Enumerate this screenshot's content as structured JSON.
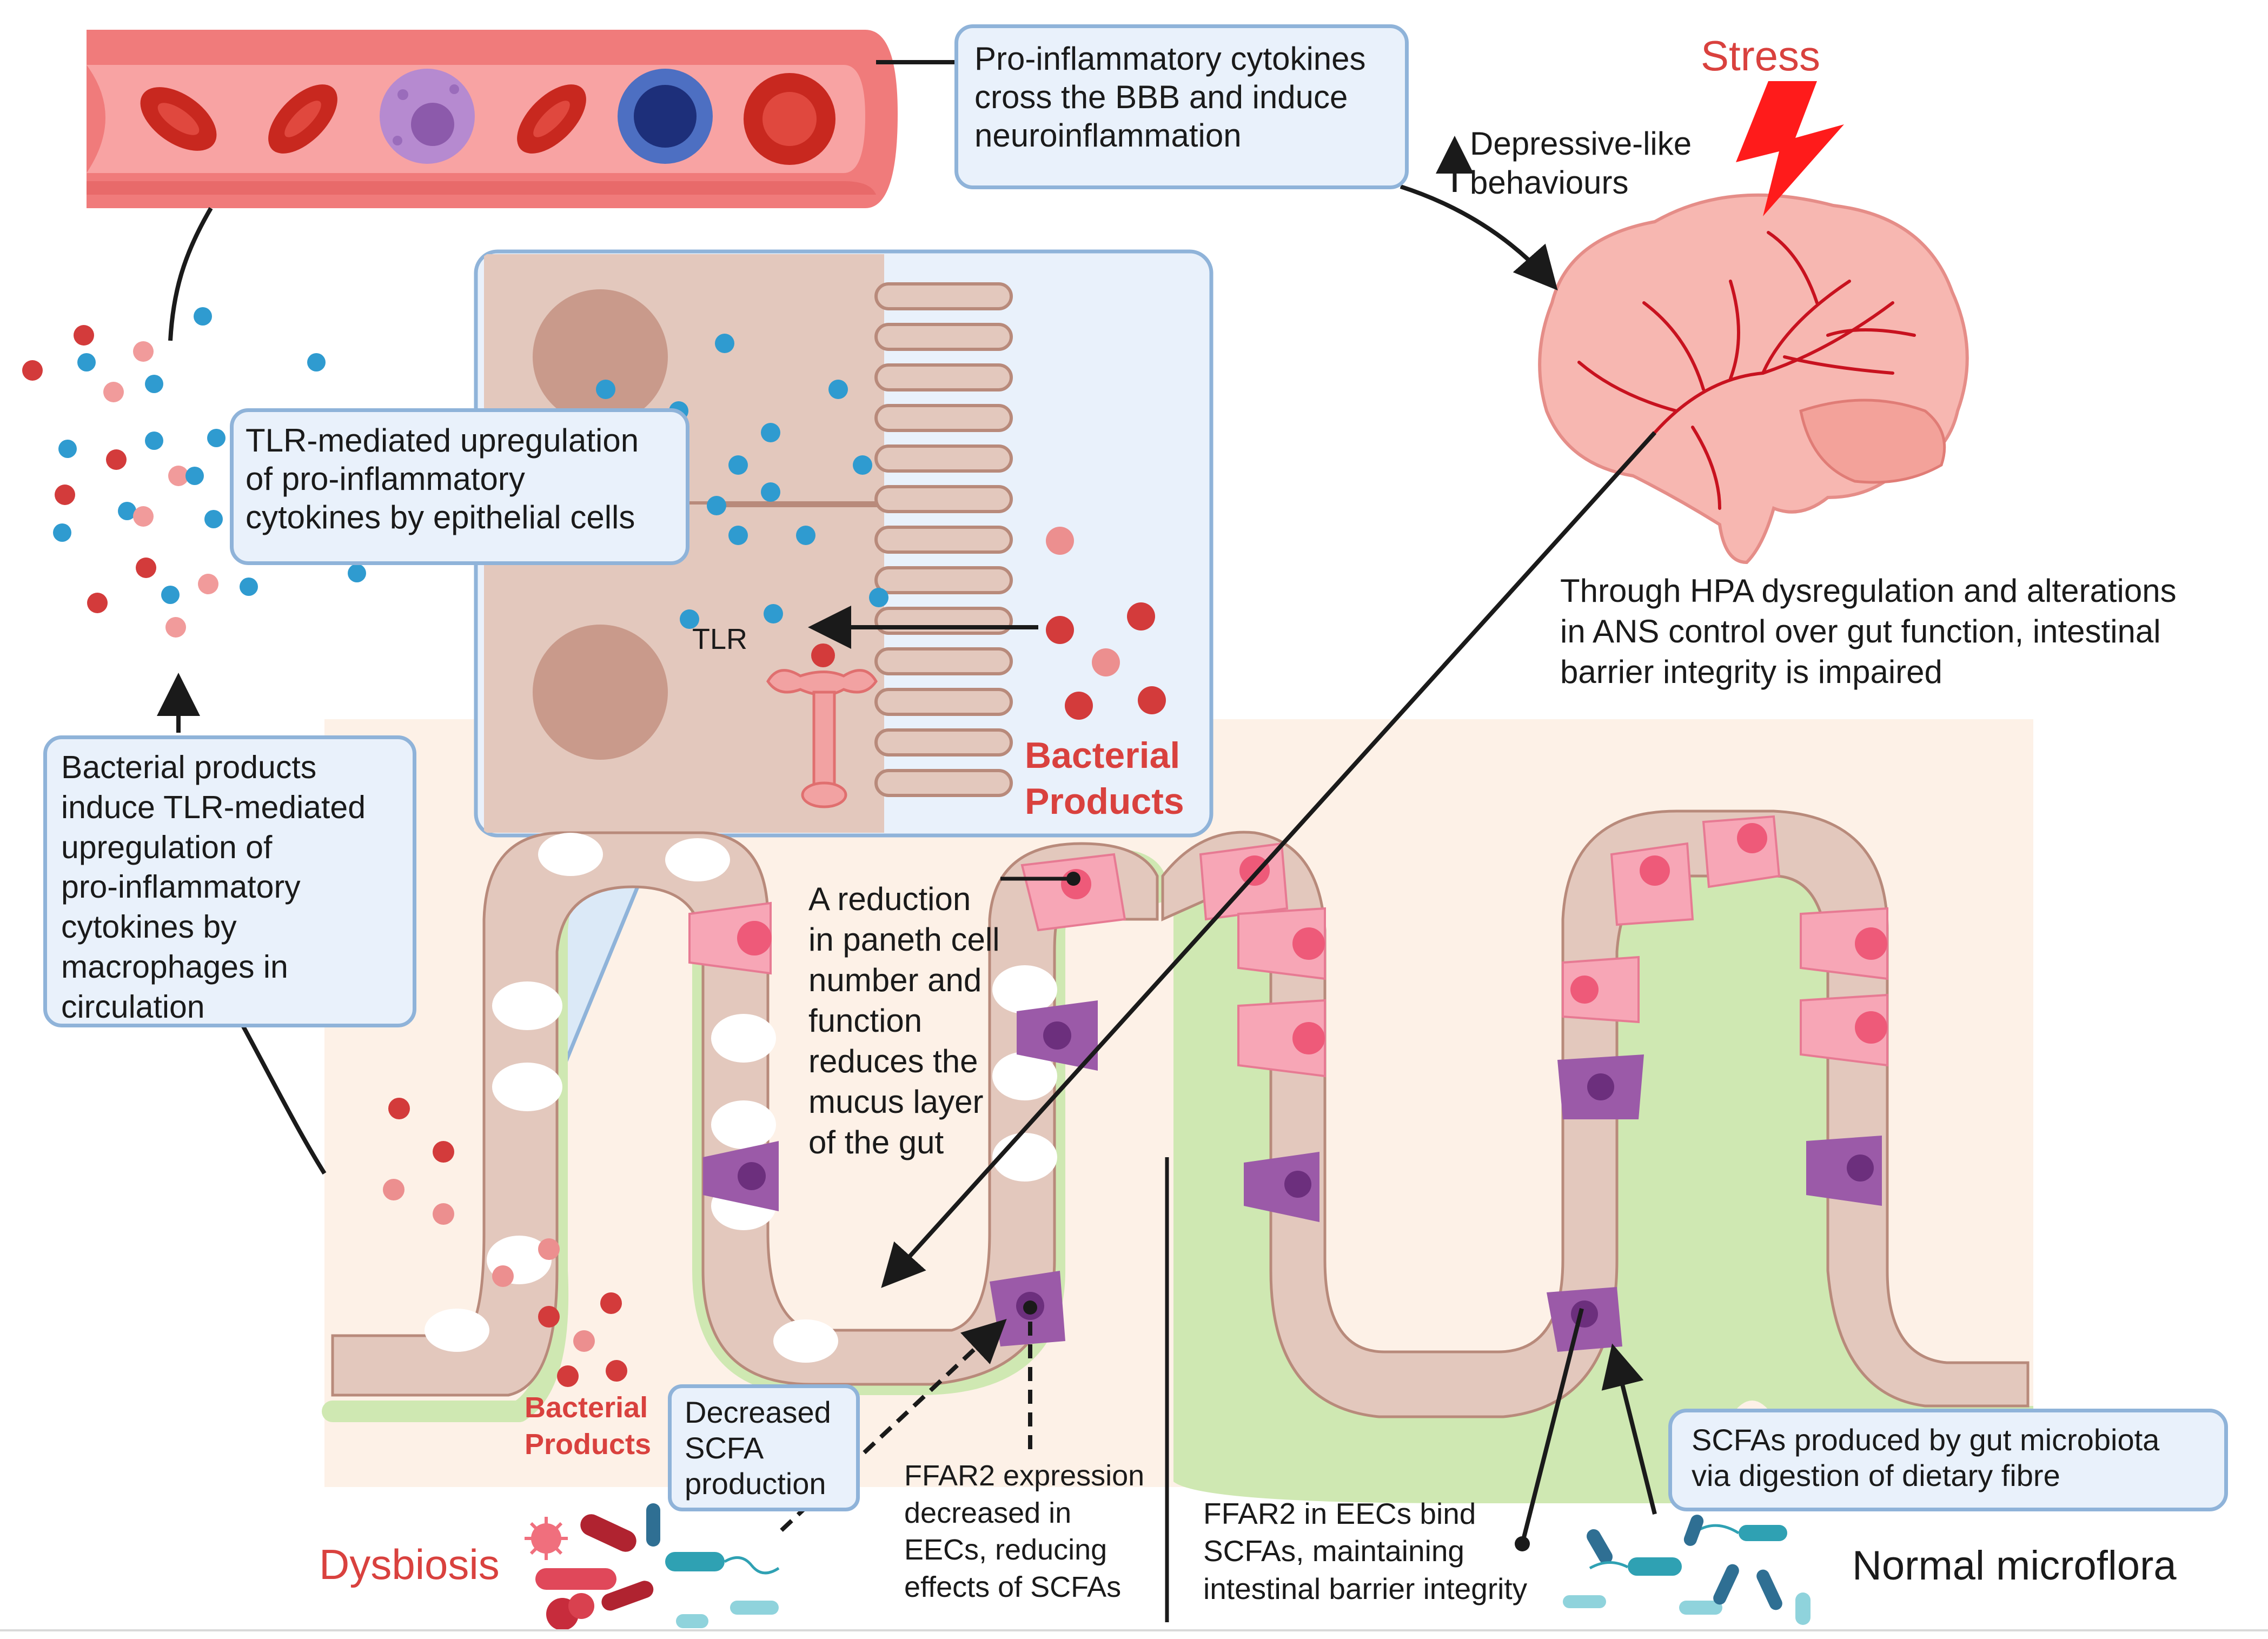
{
  "labels": {
    "stress": "Stress",
    "depressive": [
      "Depressive-like",
      "behaviours"
    ],
    "bbb_box": [
      "Pro-inflammatory cytokines",
      "cross the BBB and induce",
      "neuroinflammation"
    ],
    "tlr_box": [
      "TLR-mediated upregulation",
      "of pro-inflammatory",
      "cytokines by epithelial cells"
    ],
    "tlr": "TLR",
    "bacterial_products_inset": [
      "Bacterial",
      "Products"
    ],
    "macrophage_box": [
      "Bacterial products",
      "induce TLR-mediated",
      "upregulation of",
      "pro-inflammatory",
      "cytokines by",
      "macrophages in",
      "circulation"
    ],
    "paneth": [
      "A reduction",
      "in paneth cell",
      "number and",
      "function",
      "reduces the",
      "mucus layer",
      "of the gut"
    ],
    "hpa": [
      "Through HPA dysregulation and alterations",
      "in ANS control over gut function,  intestinal",
      "barrier integrity is impaired"
    ],
    "bacterial_products_lumen": [
      "Bacterial",
      "Products"
    ],
    "scfa_box": [
      "Decreased",
      "SCFA",
      "production"
    ],
    "ffar2_decreased": [
      "FFAR2 expression",
      "decreased in",
      "EECs, reducing",
      "effects of SCFAs"
    ],
    "ffar2_bind": [
      "FFAR2 in EECs bind",
      "SCFAs, maintaining",
      "intestinal barrier integrity"
    ],
    "scfa_produced_box": [
      "SCFAs produced by gut microbiota",
      "via digestion of dietary fibre"
    ],
    "dysbiosis": "Dysbiosis",
    "normal": "Normal microflora"
  },
  "colors": {
    "box_fill": "#e9f1fb",
    "box_border": "#8fb3d9",
    "label_red": "#d9413e",
    "vessel": "#f07b7b",
    "mucus_green": "#cfe8b2",
    "epithelium": "#e3c8bd",
    "goblet": "#ffffff",
    "paneth_pink": "#f7a6b6",
    "eec_purple": "#9b5aa8",
    "cytokine_blue": "#2f9bd0",
    "bacterial_red": "#d33b3b",
    "brain_pink": "#f7b7b1"
  },
  "icons": [
    "stress-lightning-icon",
    "brain-icon",
    "blood-vessel-icon",
    "red-blood-cell-icon",
    "macrophage-icon",
    "lymphocyte-icon",
    "tlr-receptor-icon",
    "paneth-cell-icon",
    "eec-cell-icon",
    "bacteria-icon"
  ]
}
